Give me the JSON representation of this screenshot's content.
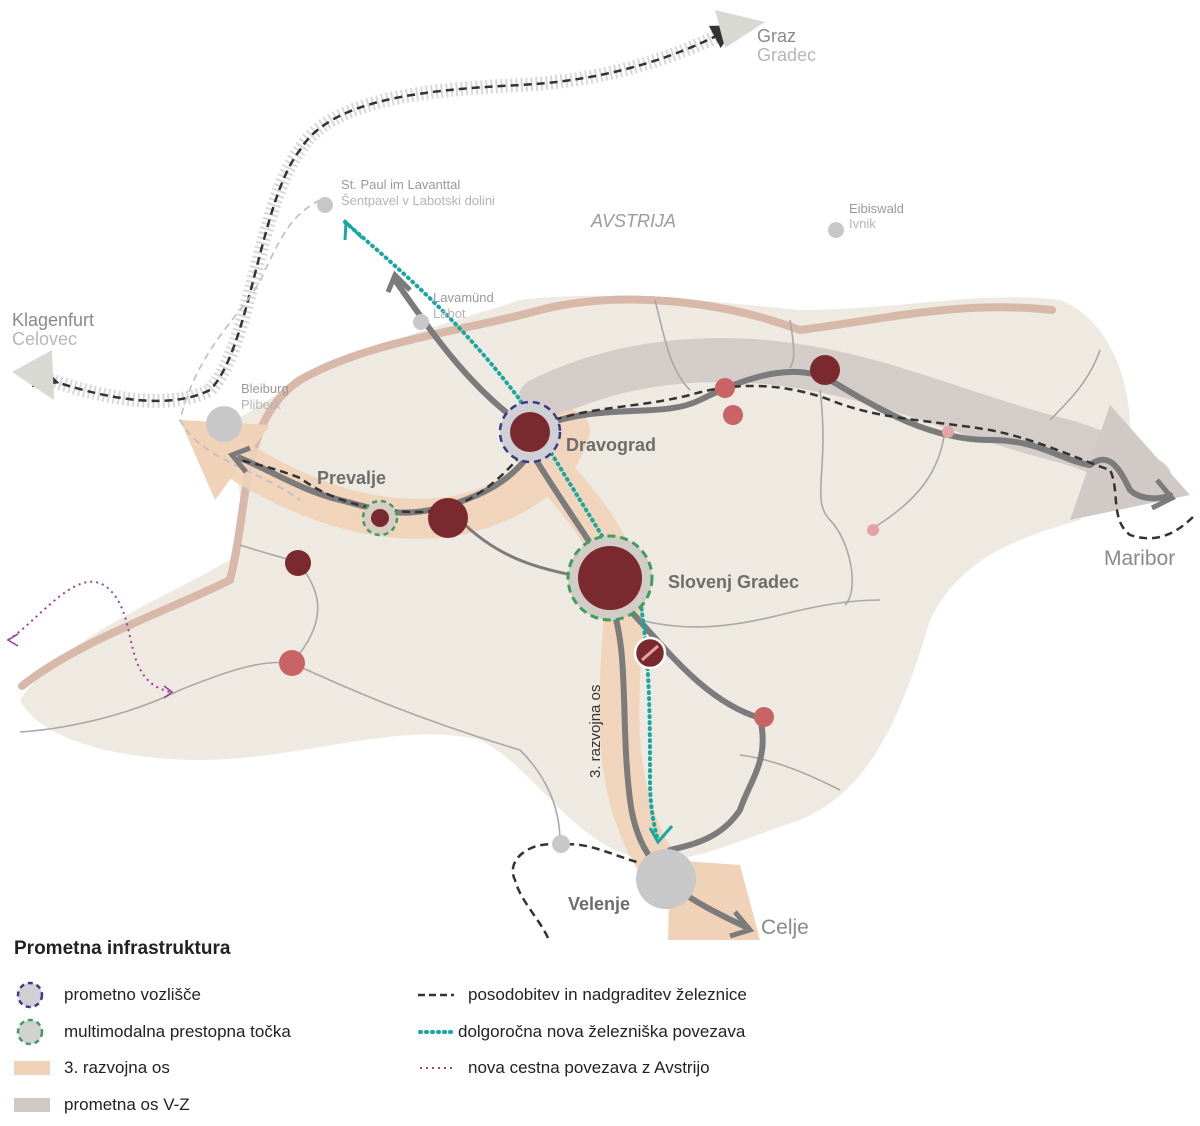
{
  "map": {
    "country_label": "AVSTRIJA",
    "cities": {
      "graz": "Graz",
      "graz_sl": "Gradec",
      "klagenfurt": "Klagenfurt",
      "klagenfurt_sl": "Celovec",
      "maribor": "Maribor",
      "celje": "Celje",
      "velenje": "Velenje",
      "slovenj_gradec": "Slovenj Gradec",
      "dravograd": "Dravograd",
      "prevalje": "Prevalje"
    },
    "towns": {
      "st_paul": "St. Paul im Lavanttal",
      "st_paul_sl": "Šentpavel v Labotski dolini",
      "lavamund": "Lavamünd",
      "lavamund_sl": "Labot",
      "bleiburg": "Bleiburg",
      "bleiburg_sl": "Pliberk",
      "eibiswald": "Eibiswald",
      "eibiswald_sl": "Ivnik"
    },
    "axis_label": "3. razvojna os",
    "colors": {
      "region_fill": "#eeeae1",
      "border": "#d8b8a8",
      "development_axis": "#f0d2b8",
      "transport_axis": "#d0c9c6",
      "road_main": "#7b7b7b",
      "road_minor": "#a8a8a8",
      "node_dark": "#7a2a2e",
      "node_light": "#c86466",
      "node_pink": "#e6a3a6",
      "city_grey": "#c8c8c8",
      "hub_blue": "#3a3a8c",
      "multimodal_green": "#3e9e5e",
      "rail_dashed": "#333333",
      "new_rail_teal": "#18a8a0",
      "new_road_purple": "#9b3fa0"
    }
  },
  "legend": {
    "title": "Prometna infrastruktura",
    "items": [
      {
        "label": "prometno vozlišče",
        "symbol": "hub-node"
      },
      {
        "label": "multimodalna prestopna točka",
        "symbol": "multimodal-node"
      },
      {
        "label": "3. razvojna os",
        "symbol": "development-axis"
      },
      {
        "label": "prometna os V-Z",
        "symbol": "transport-axis-ew"
      },
      {
        "label": "posodobitev in nadgraditev železnice",
        "symbol": "dashed-rail"
      },
      {
        "label": "dolgoročna nova železniška povezava",
        "symbol": "dotted-teal"
      },
      {
        "label": "nova cestna povezava z Avstrijo",
        "symbol": "dotted-purple"
      }
    ]
  }
}
